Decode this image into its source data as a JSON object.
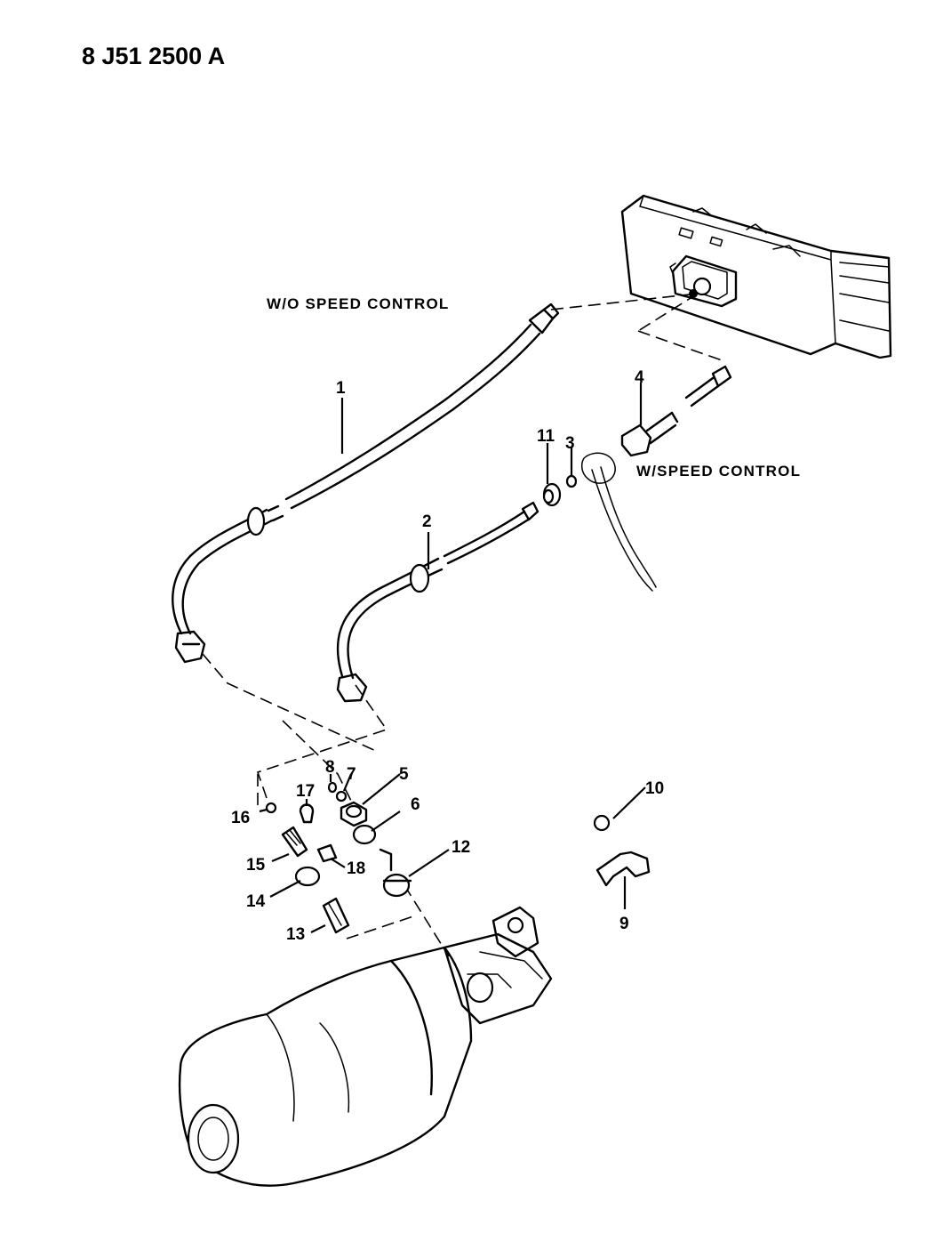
{
  "document_code": "8 J51  2500 A",
  "captions": {
    "without_speed_control": "W/O SPEED CONTROL",
    "with_speed_control": "W/SPEED CONTROL"
  },
  "callouts": [
    "1",
    "2",
    "3",
    "4",
    "5",
    "6",
    "7",
    "8",
    "9",
    "10",
    "11",
    "12",
    "13",
    "14",
    "15",
    "16",
    "17",
    "18"
  ]
}
